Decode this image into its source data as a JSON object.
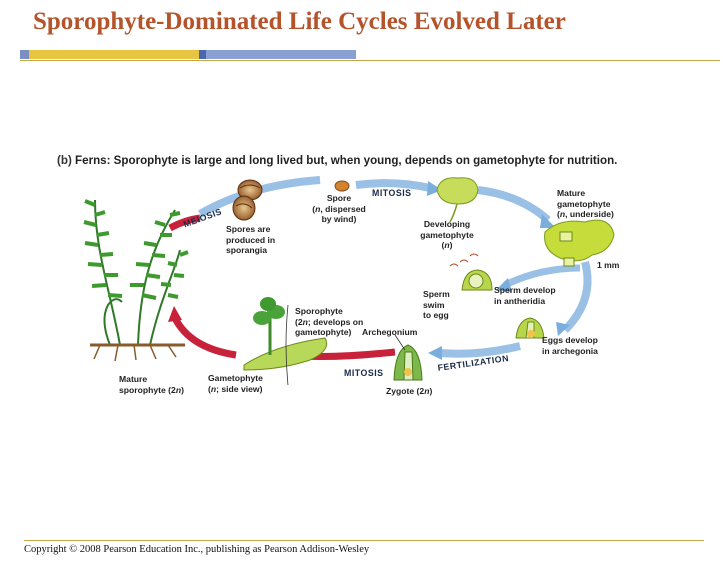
{
  "slide": {
    "title": "Sporophyte-Dominated Life Cycles Evolved Later",
    "copyright": "Copyright © 2008 Pearson Education Inc., publishing as Pearson Addison-Wesley"
  },
  "figure": {
    "caption_tag": "(b)",
    "caption_text": " Ferns: Sporophyte is large and long lived but, when young, depends on gametophyte for nutrition.",
    "scale_bar": "1 mm",
    "processes": {
      "meiosis": "MEIOSIS",
      "mitosis_top": "MITOSIS",
      "mitosis_bottom": "MITOSIS",
      "fertilization": "FERTILIZATION"
    },
    "labels": {
      "spore_l1": "Spore",
      "spore_l2_n": "n",
      "spore_l2_rest": ", dispersed",
      "spore_l3": "by wind)",
      "sporangia_l1": "Spores are",
      "sporangia_l2": "produced in",
      "sporangia_l3": "sporangia",
      "developing_l1": "Developing",
      "developing_l2": "gametophyte",
      "developing_l3_n": "n",
      "mature_gam_l1": "Mature",
      "mature_gam_l2": "gametophyte",
      "mature_gam_l3_n": "n",
      "mature_gam_l3_rest": ", underside)",
      "sperm_dev_l1": "Sperm develop",
      "sperm_dev_l2": "in antheridia",
      "sperm_swim_l1": "Sperm",
      "sperm_swim_l2": "swim",
      "sperm_swim_l3": "to egg",
      "eggs_l1": "Eggs develop",
      "eggs_l2": "in archegonia",
      "archegonium": "Archegonium",
      "zygote_pre": "Zygote (2",
      "zygote_n": "n",
      "sporophyte_young_l1": "Sporophyte",
      "sporophyte_young_l2_pre": "(2",
      "sporophyte_young_l2_n": "n",
      "sporophyte_young_l2_rest": "; develops on",
      "sporophyte_young_l3": "gametophyte)",
      "gametophyte_side_l1": "Gametophyte",
      "gametophyte_side_l2_n": "n",
      "gametophyte_side_l2_rest": "; side view)",
      "mature_sporo_l1": "Mature",
      "mature_sporo_l2_pre": "sporophyte (2",
      "mature_sporo_l2_n": "n"
    }
  }
}
